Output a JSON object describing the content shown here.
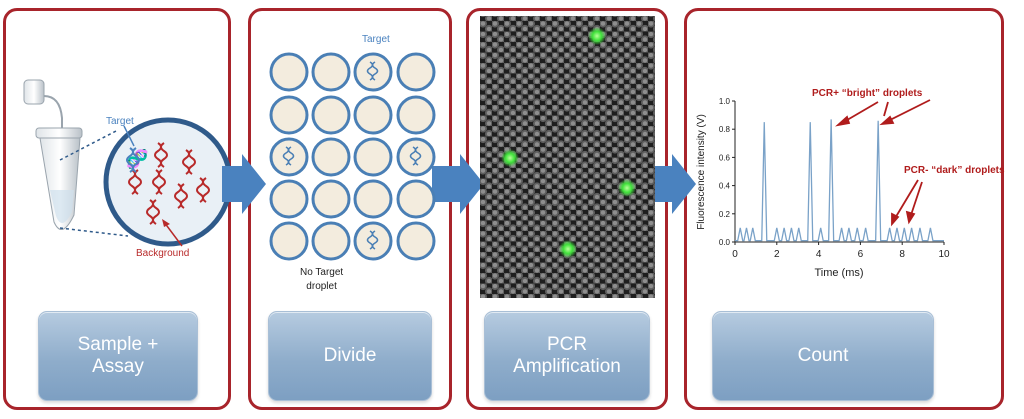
{
  "steps": [
    {
      "label": "Sample +\nAssay"
    },
    {
      "label": "Divide"
    },
    {
      "label": "PCR\nAmplification"
    },
    {
      "label": "Count"
    }
  ],
  "sample": {
    "target_label": "Target",
    "background_label": "Background"
  },
  "divide": {
    "target_label": "Target",
    "no_target_label": "No Target\ndroplet"
  },
  "count": {
    "bright_label": "PCR+ “bright” droplets",
    "dark_label": "PCR- “dark” droplets"
  },
  "colors": {
    "border": "#a8242b",
    "arrow": "#4a82bf",
    "button": "#8fadcb",
    "annotation": "#b01c1c",
    "trace": "#7aa2c8"
  },
  "chart_data": {
    "type": "line",
    "xlabel": "Time (ms)",
    "ylabel": "Fluorescence intensity (V)",
    "xlim": [
      0,
      10
    ],
    "ylim": [
      0,
      1.0
    ],
    "xticks": [
      0,
      2,
      4,
      6,
      8,
      10
    ],
    "yticks": [
      0.0,
      0.2,
      0.4,
      0.6,
      0.8,
      1.0
    ],
    "ytick_labels": [
      "0.0",
      "0.2",
      "0.4",
      "0.6",
      "0.8",
      "1.0"
    ],
    "peaks": [
      {
        "t": 0.25,
        "v": 0.1
      },
      {
        "t": 0.55,
        "v": 0.1
      },
      {
        "t": 0.85,
        "v": 0.1
      },
      {
        "t": 1.4,
        "v": 0.85
      },
      {
        "t": 2.0,
        "v": 0.1
      },
      {
        "t": 2.35,
        "v": 0.1
      },
      {
        "t": 2.7,
        "v": 0.1
      },
      {
        "t": 3.05,
        "v": 0.1
      },
      {
        "t": 3.6,
        "v": 0.85
      },
      {
        "t": 4.1,
        "v": 0.1
      },
      {
        "t": 4.6,
        "v": 0.87
      },
      {
        "t": 5.1,
        "v": 0.1
      },
      {
        "t": 5.45,
        "v": 0.1
      },
      {
        "t": 5.85,
        "v": 0.1
      },
      {
        "t": 6.25,
        "v": 0.1
      },
      {
        "t": 6.85,
        "v": 0.86
      },
      {
        "t": 7.4,
        "v": 0.1
      },
      {
        "t": 7.75,
        "v": 0.1
      },
      {
        "t": 8.1,
        "v": 0.1
      },
      {
        "t": 8.45,
        "v": 0.1
      },
      {
        "t": 8.85,
        "v": 0.1
      },
      {
        "t": 9.35,
        "v": 0.1
      }
    ]
  }
}
